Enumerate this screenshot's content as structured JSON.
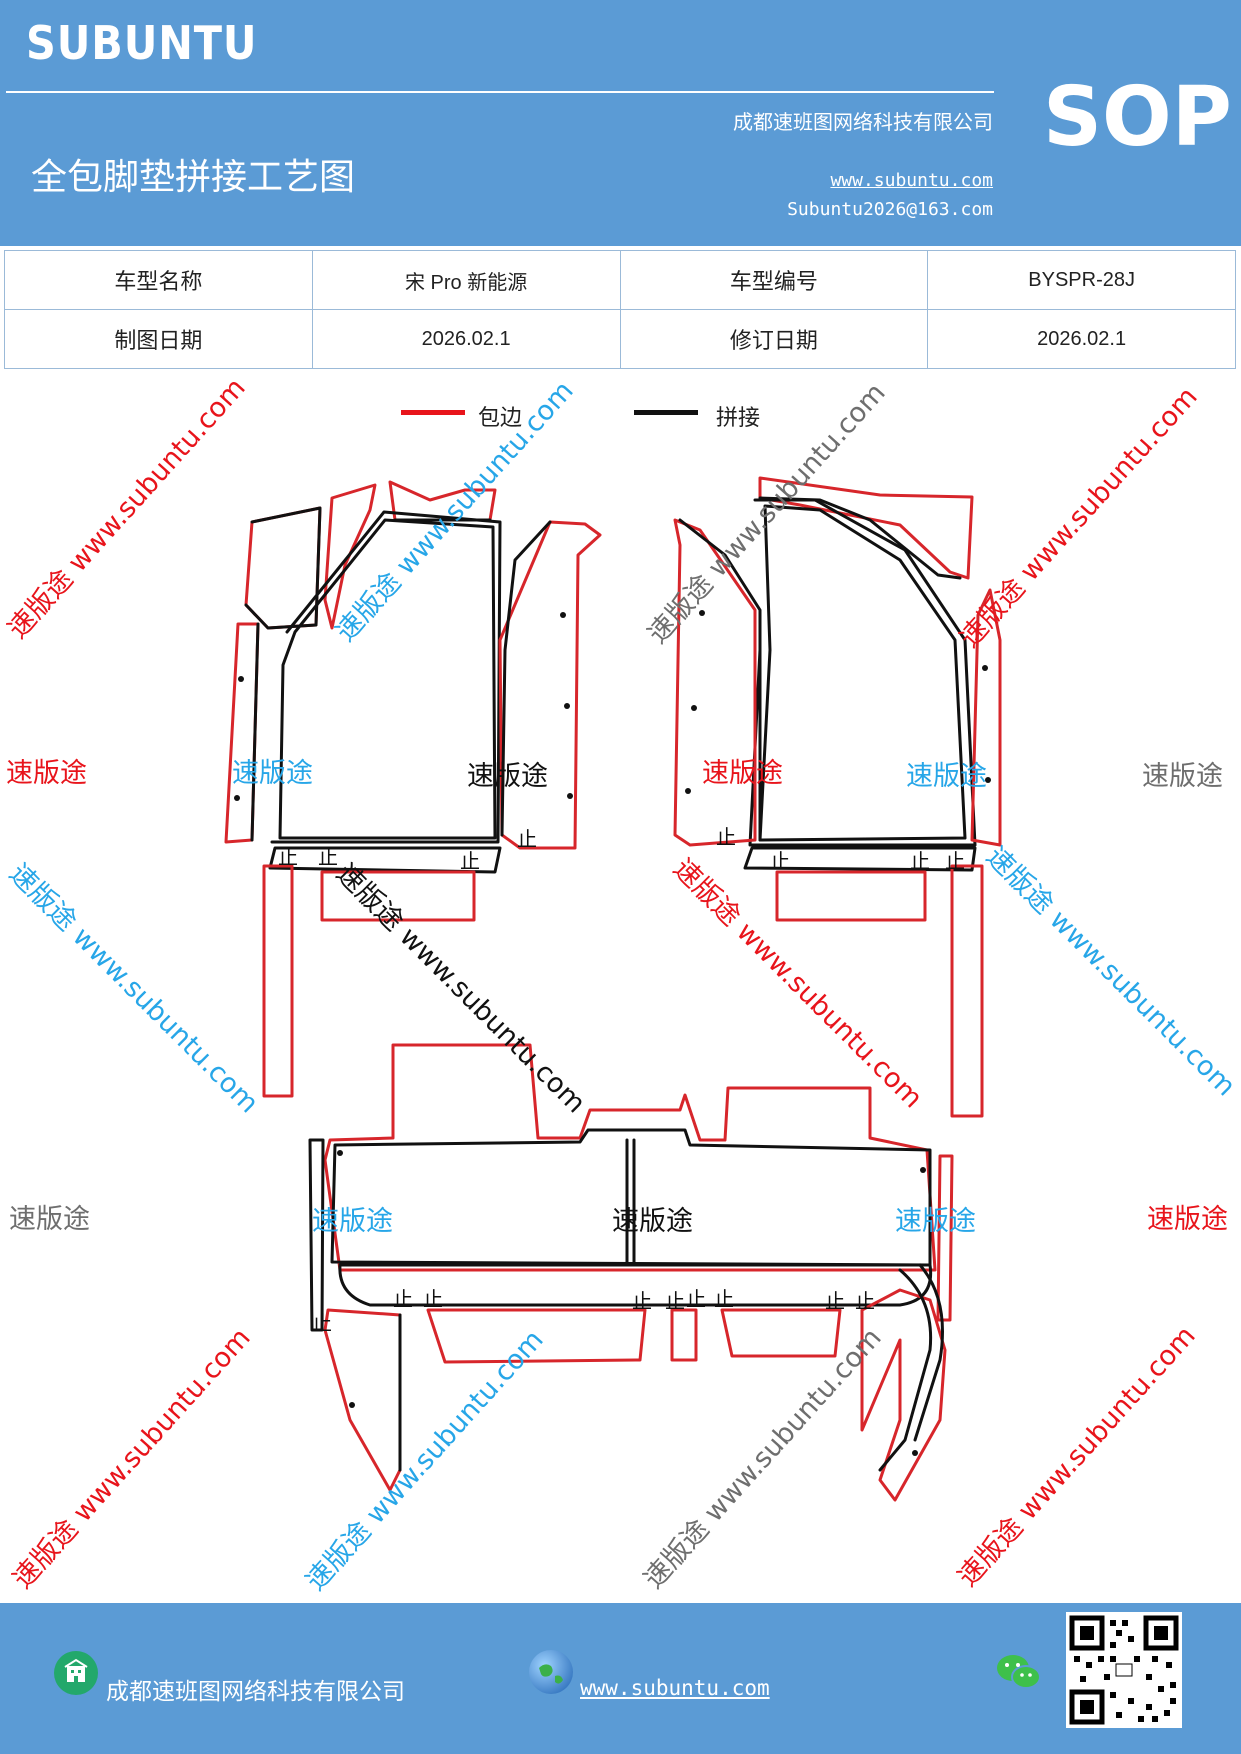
{
  "header": {
    "brand": "SUBUNTU",
    "sop_label": "SOP",
    "company": "成都速班图网络科技有限公司",
    "doc_title": "全包脚垫拼接工艺图",
    "website": "www.subuntu.com",
    "email": "Subuntu2026@163.com"
  },
  "info_table": {
    "r1": [
      "车型名称",
      "宋 Pro 新能源",
      "车型编号",
      "BYSPR-28J"
    ],
    "r2": [
      "制图日期",
      "2026.02.1",
      "修订日期",
      "2026.02.1"
    ]
  },
  "legend": {
    "edge_label": "包边",
    "seam_label": "拼接",
    "edge_color": "#e8141b",
    "seam_color": "#111111"
  },
  "watermarks": {
    "brand": "速版途",
    "site": "www.subuntu.com",
    "diagonal": "速版途 www.subuntu.com",
    "colors": {
      "red": "#e8141b",
      "blue": "#27a6e8",
      "gray": "#6e6e6e",
      "black": "#111111"
    }
  },
  "diagram_marks": {
    "seam_symbol": "止"
  },
  "footer": {
    "company": "成都速班图网络科技有限公司",
    "website": "www.subuntu.com ",
    "icons": [
      "building-icon",
      "globe-icon",
      "wechat-icon",
      "qr-code"
    ]
  }
}
